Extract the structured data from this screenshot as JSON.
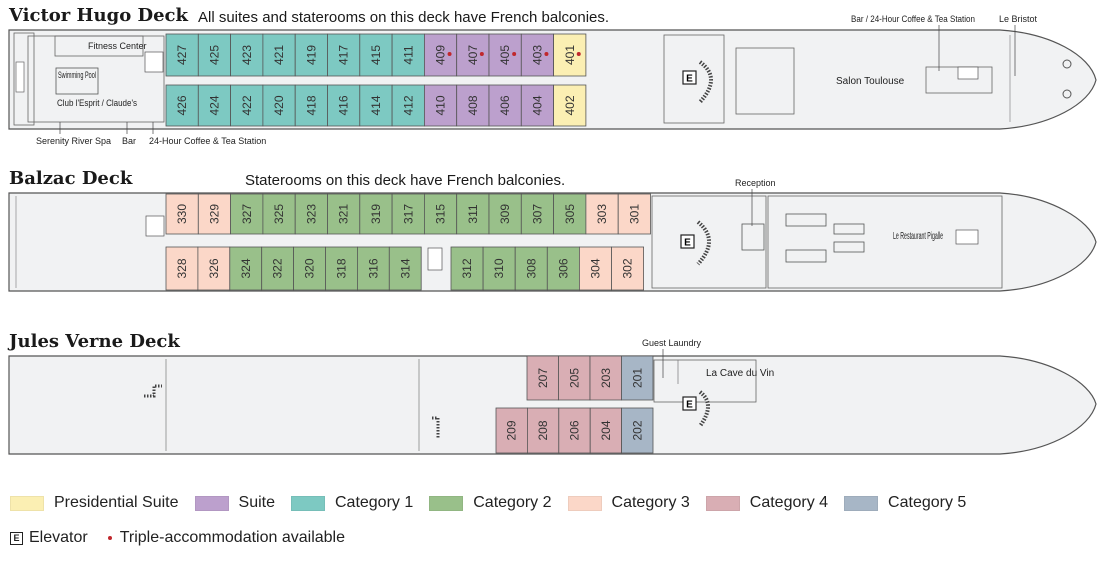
{
  "colors": {
    "presidential": "#fbefb3",
    "suite": "#bca0cd",
    "cat1": "#7dc9c2",
    "cat2": "#99c08a",
    "cat3": "#fbd7c8",
    "cat4": "#d9aeb4",
    "cat5": "#a7b6c6",
    "deck_fill": "#f1f2f3",
    "outline": "#555555",
    "dot": "#c0282d"
  },
  "decks": {
    "victor": {
      "title": "Victor Hugo Deck",
      "note": "All suites and staterooms on this deck have French balconies.",
      "labels": {
        "fitness": "Fitness Center",
        "pool": "Swimming Pool",
        "club": "Club l'Esprit / Claude's",
        "spa": "Serenity River Spa",
        "bar": "Bar",
        "coffee": "24-Hour Coffee & Tea Station",
        "bar_coffee": "Bar / 24-Hour Coffee & Tea Station",
        "bristot": "Le Bristot",
        "salon": "Salon Toulouse"
      },
      "top": [
        "427",
        "425",
        "423",
        "421",
        "419",
        "417",
        "415",
        "411",
        "409",
        "407",
        "405",
        "403",
        "401"
      ],
      "bottom": [
        "426",
        "424",
        "422",
        "420",
        "418",
        "416",
        "414",
        "412",
        "410",
        "408",
        "406",
        "404",
        "402"
      ],
      "top_cat": [
        "cat1",
        "cat1",
        "cat1",
        "cat1",
        "cat1",
        "cat1",
        "cat1",
        "cat1",
        "suite",
        "suite",
        "suite",
        "suite",
        "presidential"
      ],
      "bottom_cat": [
        "cat1",
        "cat1",
        "cat1",
        "cat1",
        "cat1",
        "cat1",
        "cat1",
        "cat1",
        "suite",
        "suite",
        "suite",
        "suite",
        "presidential"
      ],
      "triple": [
        "409",
        "407",
        "405",
        "403",
        "401"
      ]
    },
    "balzac": {
      "title": "Balzac Deck",
      "note": "Staterooms on this deck have French balconies.",
      "labels": {
        "reception": "Reception",
        "restaurant": "Le Restaurant Pigalle"
      },
      "top": [
        "330",
        "329",
        "327",
        "325",
        "323",
        "321",
        "319",
        "317",
        "315",
        "311",
        "309",
        "307",
        "305",
        "303",
        "301"
      ],
      "top_cat": [
        "cat3",
        "cat3",
        "cat2",
        "cat2",
        "cat2",
        "cat2",
        "cat2",
        "cat2",
        "cat2",
        "cat2",
        "cat2",
        "cat2",
        "cat2",
        "cat3",
        "cat3"
      ],
      "bottom_left": [
        "328",
        "326",
        "324",
        "322",
        "320",
        "318",
        "316",
        "314"
      ],
      "bottom_left_cat": [
        "cat3",
        "cat3",
        "cat2",
        "cat2",
        "cat2",
        "cat2",
        "cat2",
        "cat2"
      ],
      "bottom_right": [
        "312",
        "310",
        "308",
        "306",
        "304",
        "302"
      ],
      "bottom_right_cat": [
        "cat2",
        "cat2",
        "cat2",
        "cat2",
        "cat3",
        "cat3"
      ]
    },
    "jules": {
      "title": "Jules Verne Deck",
      "labels": {
        "laundry": "Guest Laundry",
        "cave": "La Cave du Vin"
      },
      "top": [
        "207",
        "205",
        "203",
        "201"
      ],
      "top_cat": [
        "cat4",
        "cat4",
        "cat4",
        "cat5"
      ],
      "bottom": [
        "209",
        "208",
        "206",
        "204",
        "202"
      ],
      "bottom_cat": [
        "cat4",
        "cat4",
        "cat4",
        "cat4",
        "cat5"
      ]
    }
  },
  "elevator_mark": "E",
  "legend": {
    "categories": [
      {
        "key": "presidential",
        "label": "Presidential Suite"
      },
      {
        "key": "suite",
        "label": "Suite"
      },
      {
        "key": "cat1",
        "label": "Category 1"
      },
      {
        "key": "cat2",
        "label": "Category 2"
      },
      {
        "key": "cat3",
        "label": "Category 3"
      },
      {
        "key": "cat4",
        "label": "Category 4"
      },
      {
        "key": "cat5",
        "label": "Category 5"
      }
    ],
    "elevator": "Elevator",
    "triple": "Triple-accommodation available"
  }
}
